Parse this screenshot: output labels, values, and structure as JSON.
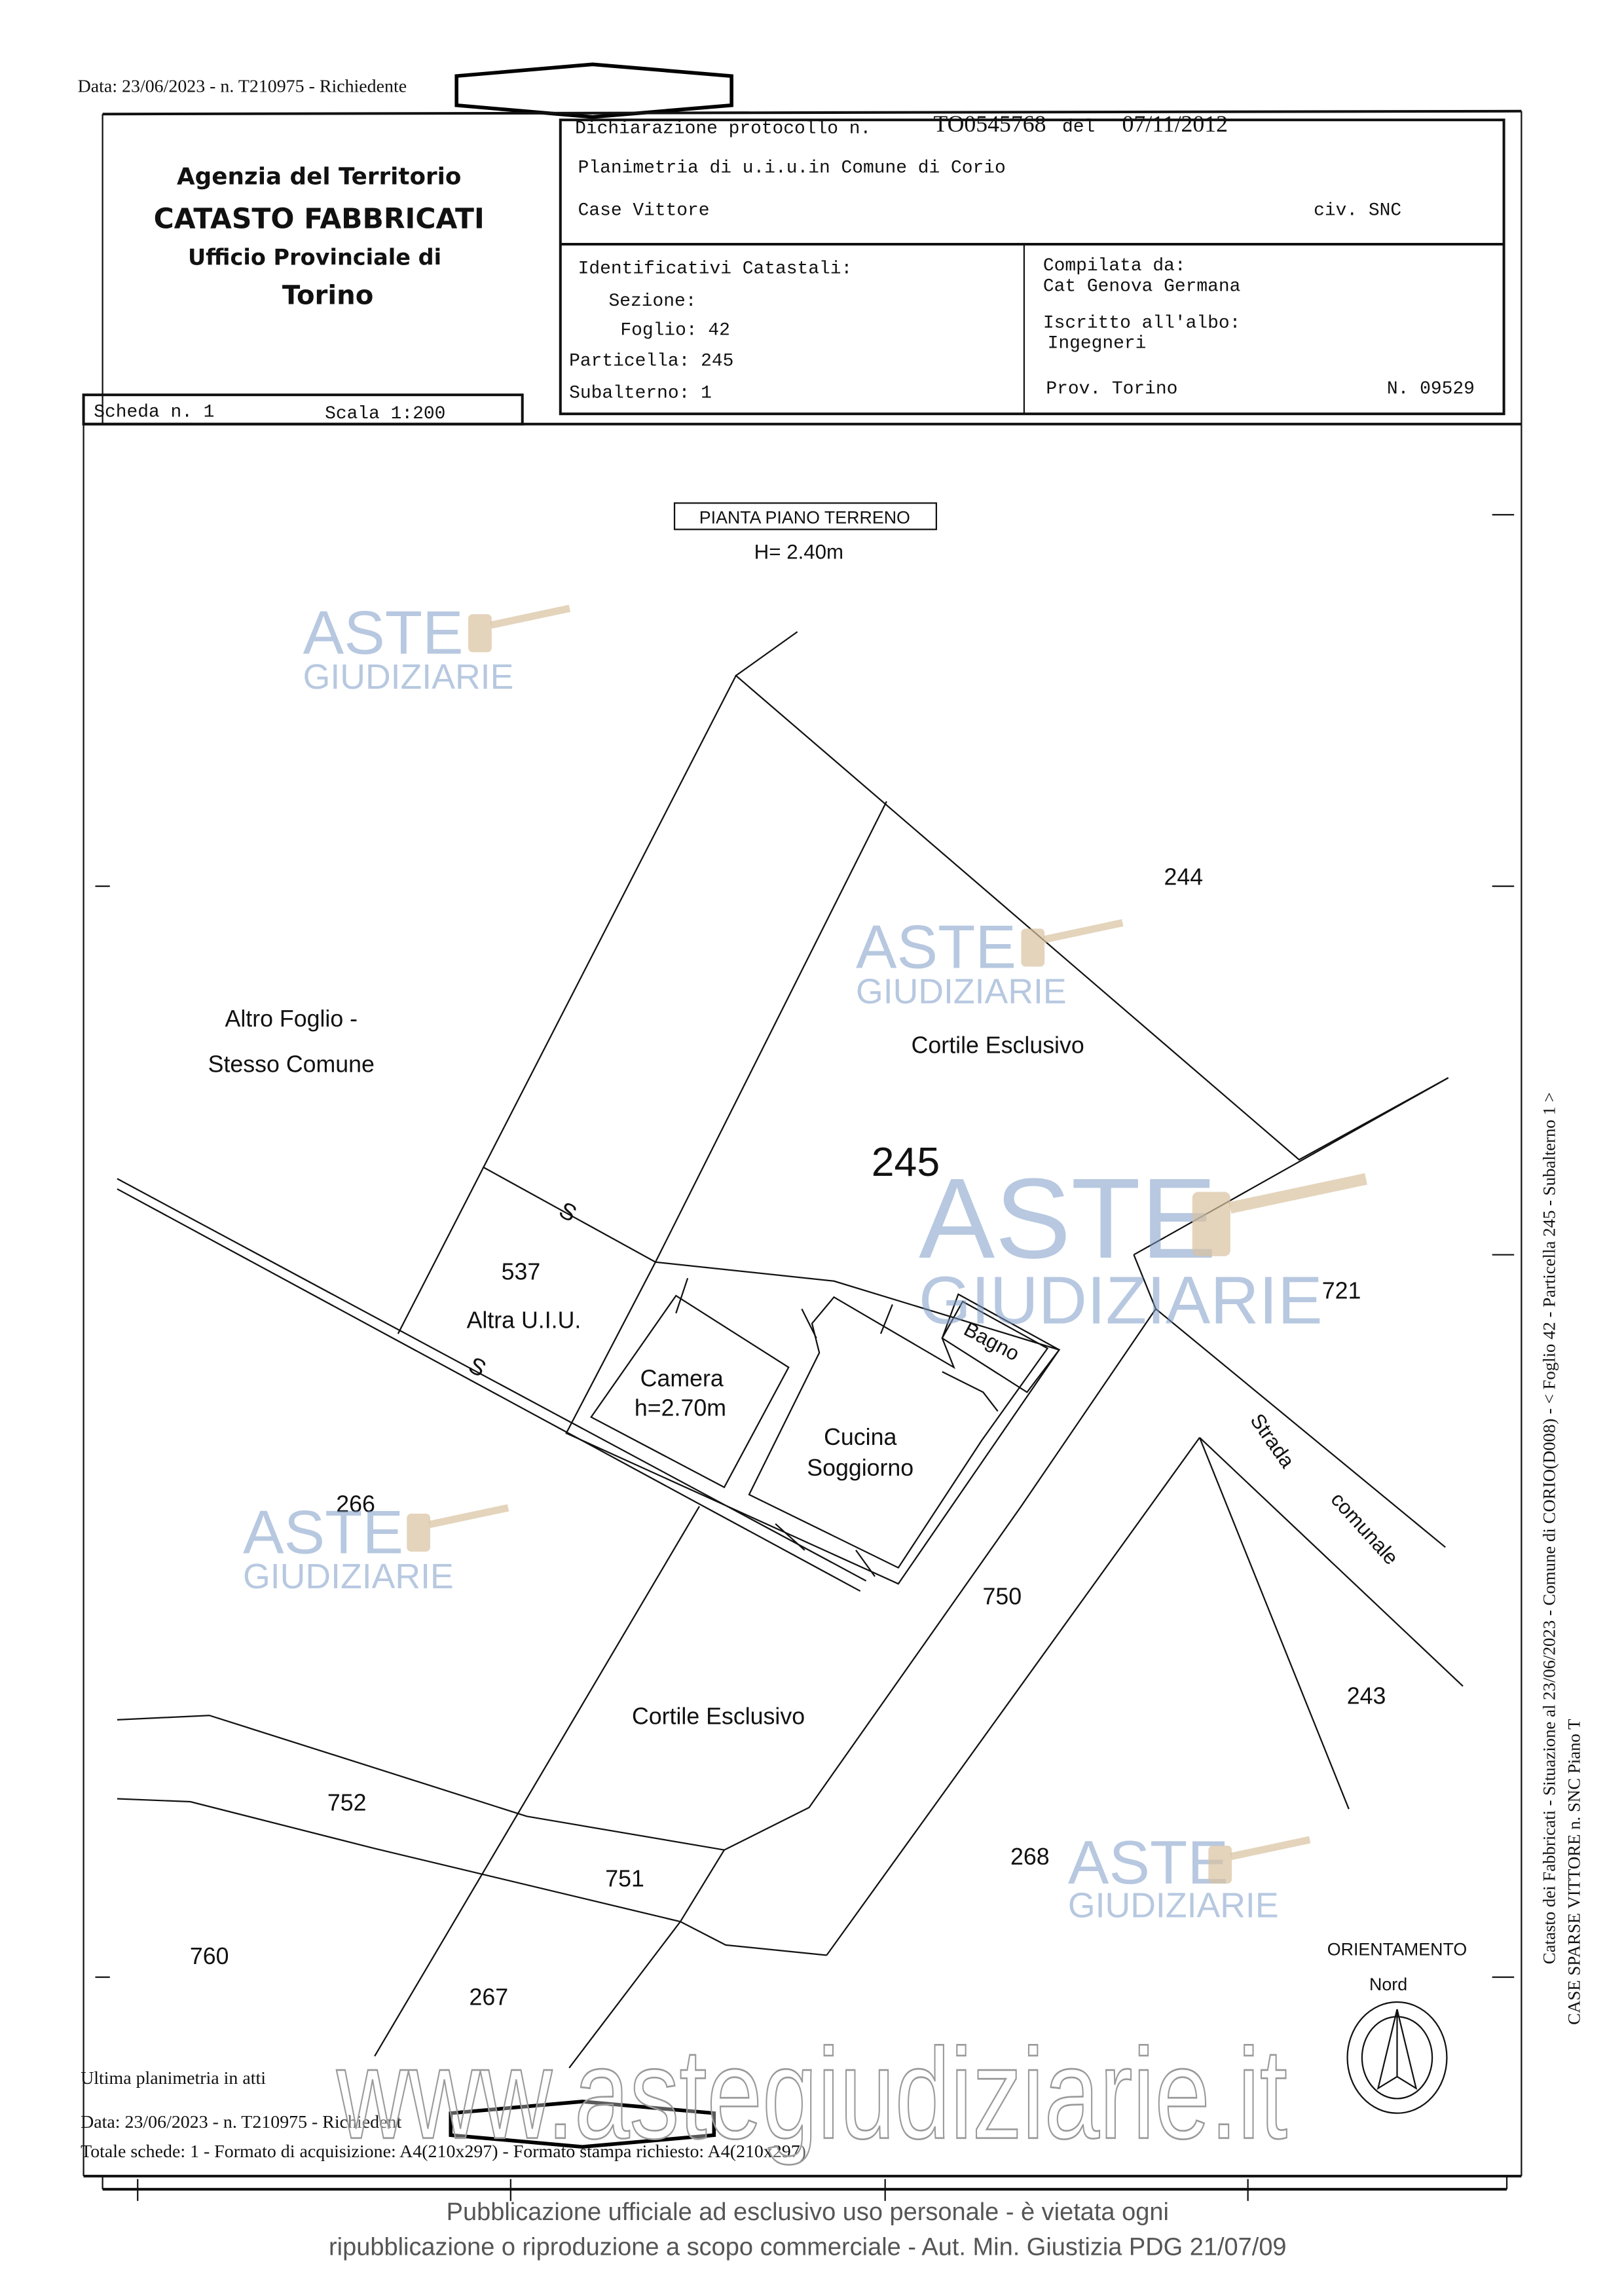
{
  "top_line": {
    "text": "Data: 23/06/2023 - n. T210975 - Richiedente"
  },
  "agency": {
    "line1": "Agenzia del Territorio",
    "line2": "CATASTO FABBRICATI",
    "line3": "Ufficio Provinciale di",
    "line4": "Torino"
  },
  "declaration": {
    "label": "Dichiarazione protocollo n.",
    "protocol": "TO0545768",
    "del_label": "del",
    "date": "07/11/2012",
    "planimetria": "Planimetria di u.i.u.in Comune di Corio",
    "address": "Case Vittore",
    "civ": "civ. SNC"
  },
  "identifiers": {
    "title": "Identificativi Catastali:",
    "sezione": "Sezione:",
    "foglio": "Foglio: 42",
    "particella": "Particella: 245",
    "subalterno": "Subalterno: 1"
  },
  "compiler": {
    "label": "Compilata da:",
    "name": "Cat Genova Germana",
    "albo_label": "Iscritto all'albo:",
    "albo": "Ingegneri",
    "prov": "Prov. Torino",
    "number": "N. 09529"
  },
  "sheet": {
    "scheda": "Scheda n. 1",
    "scala": "Scala 1:200"
  },
  "plan": {
    "title": "PIANTA PIANO TERRENO",
    "height": "H= 2.40m",
    "labels": {
      "p244": "244",
      "altro1": "Altro Foglio -",
      "altro2": "Stesso Comune",
      "cortile1": "Cortile Esclusivo",
      "p245": "245",
      "p537": "537",
      "altra": "Altra U.I.U.",
      "s1": "S",
      "s2": "S",
      "camera": "Camera",
      "camera_h": "h=2.70m",
      "bagno": "Bagno",
      "cucina": "Cucina",
      "soggiorno": "Soggiorno",
      "p721": "721",
      "strada": "Strada",
      "comunale": "comunale",
      "p266": "266",
      "p750": "750",
      "p243": "243",
      "cortile2": "Cortile Esclusivo",
      "p752": "752",
      "p751": "751",
      "p268": "268",
      "p760": "760",
      "p267": "267"
    },
    "orientation": {
      "title": "ORIENTAMENTO",
      "north": "Nord"
    }
  },
  "side_text": {
    "line1": "Catasto dei Fabbricati - Situazione al 23/06/2023 - Comune di CORIO(D008) - < Foglio 42 - Particella 245 - Subalterno 1 >",
    "line2": "CASE SPARSE VITTORE n. SNC Piano T"
  },
  "bottom": {
    "ultima": "Ultima planimetria in atti",
    "data": "Data: 23/06/2023 - n. T210975 - Richiedent",
    "totale": "Totale schede: 1 - Formato di acquisizione: A4(210x297)  - Formato stampa richiesto: A4(210x297)"
  },
  "footer": {
    "line1": "Pubblicazione ufficiale ad esclusivo uso personale - è vietata ogni",
    "line2": "ripubblicazione o riproduzione a scopo commerciale - Aut. Min. Giustizia PDG 21/07/09"
  },
  "watermark": {
    "aste": "ASTE",
    "giudiziarie": "GIUDIZIARIE",
    "url": "www.astegiudiziarie.it"
  }
}
